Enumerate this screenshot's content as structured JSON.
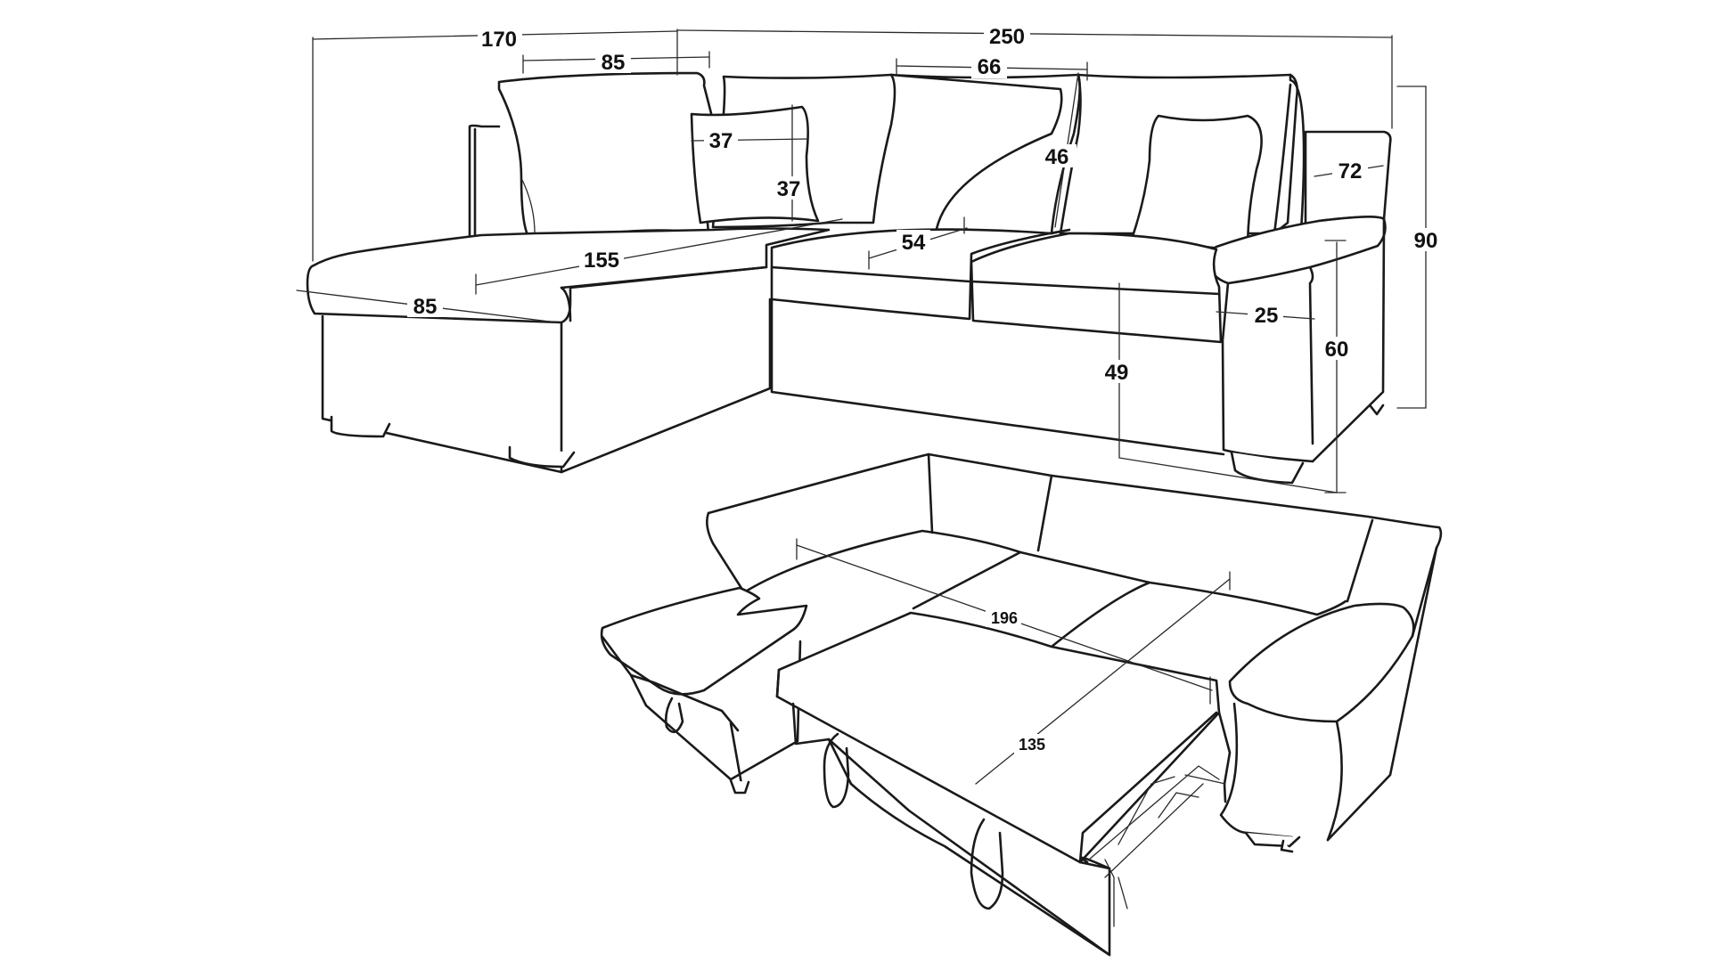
{
  "dimensions": {
    "total_width_left": "170",
    "total_width_right": "250",
    "back_cushion_width": "85",
    "seat_cushion_width": "66",
    "pillow_width": "37",
    "pillow_height": "37",
    "back_height": "46",
    "armrest_depth": "72",
    "total_height": "90",
    "chaise_length": "155",
    "seat_depth": "54",
    "chaise_width": "85",
    "armrest_width": "25",
    "arm_height": "60",
    "seat_height": "49",
    "bed_length": "196",
    "bed_width": "135"
  },
  "colors": {
    "line": "#1a1a1a",
    "background": "#ffffff"
  }
}
